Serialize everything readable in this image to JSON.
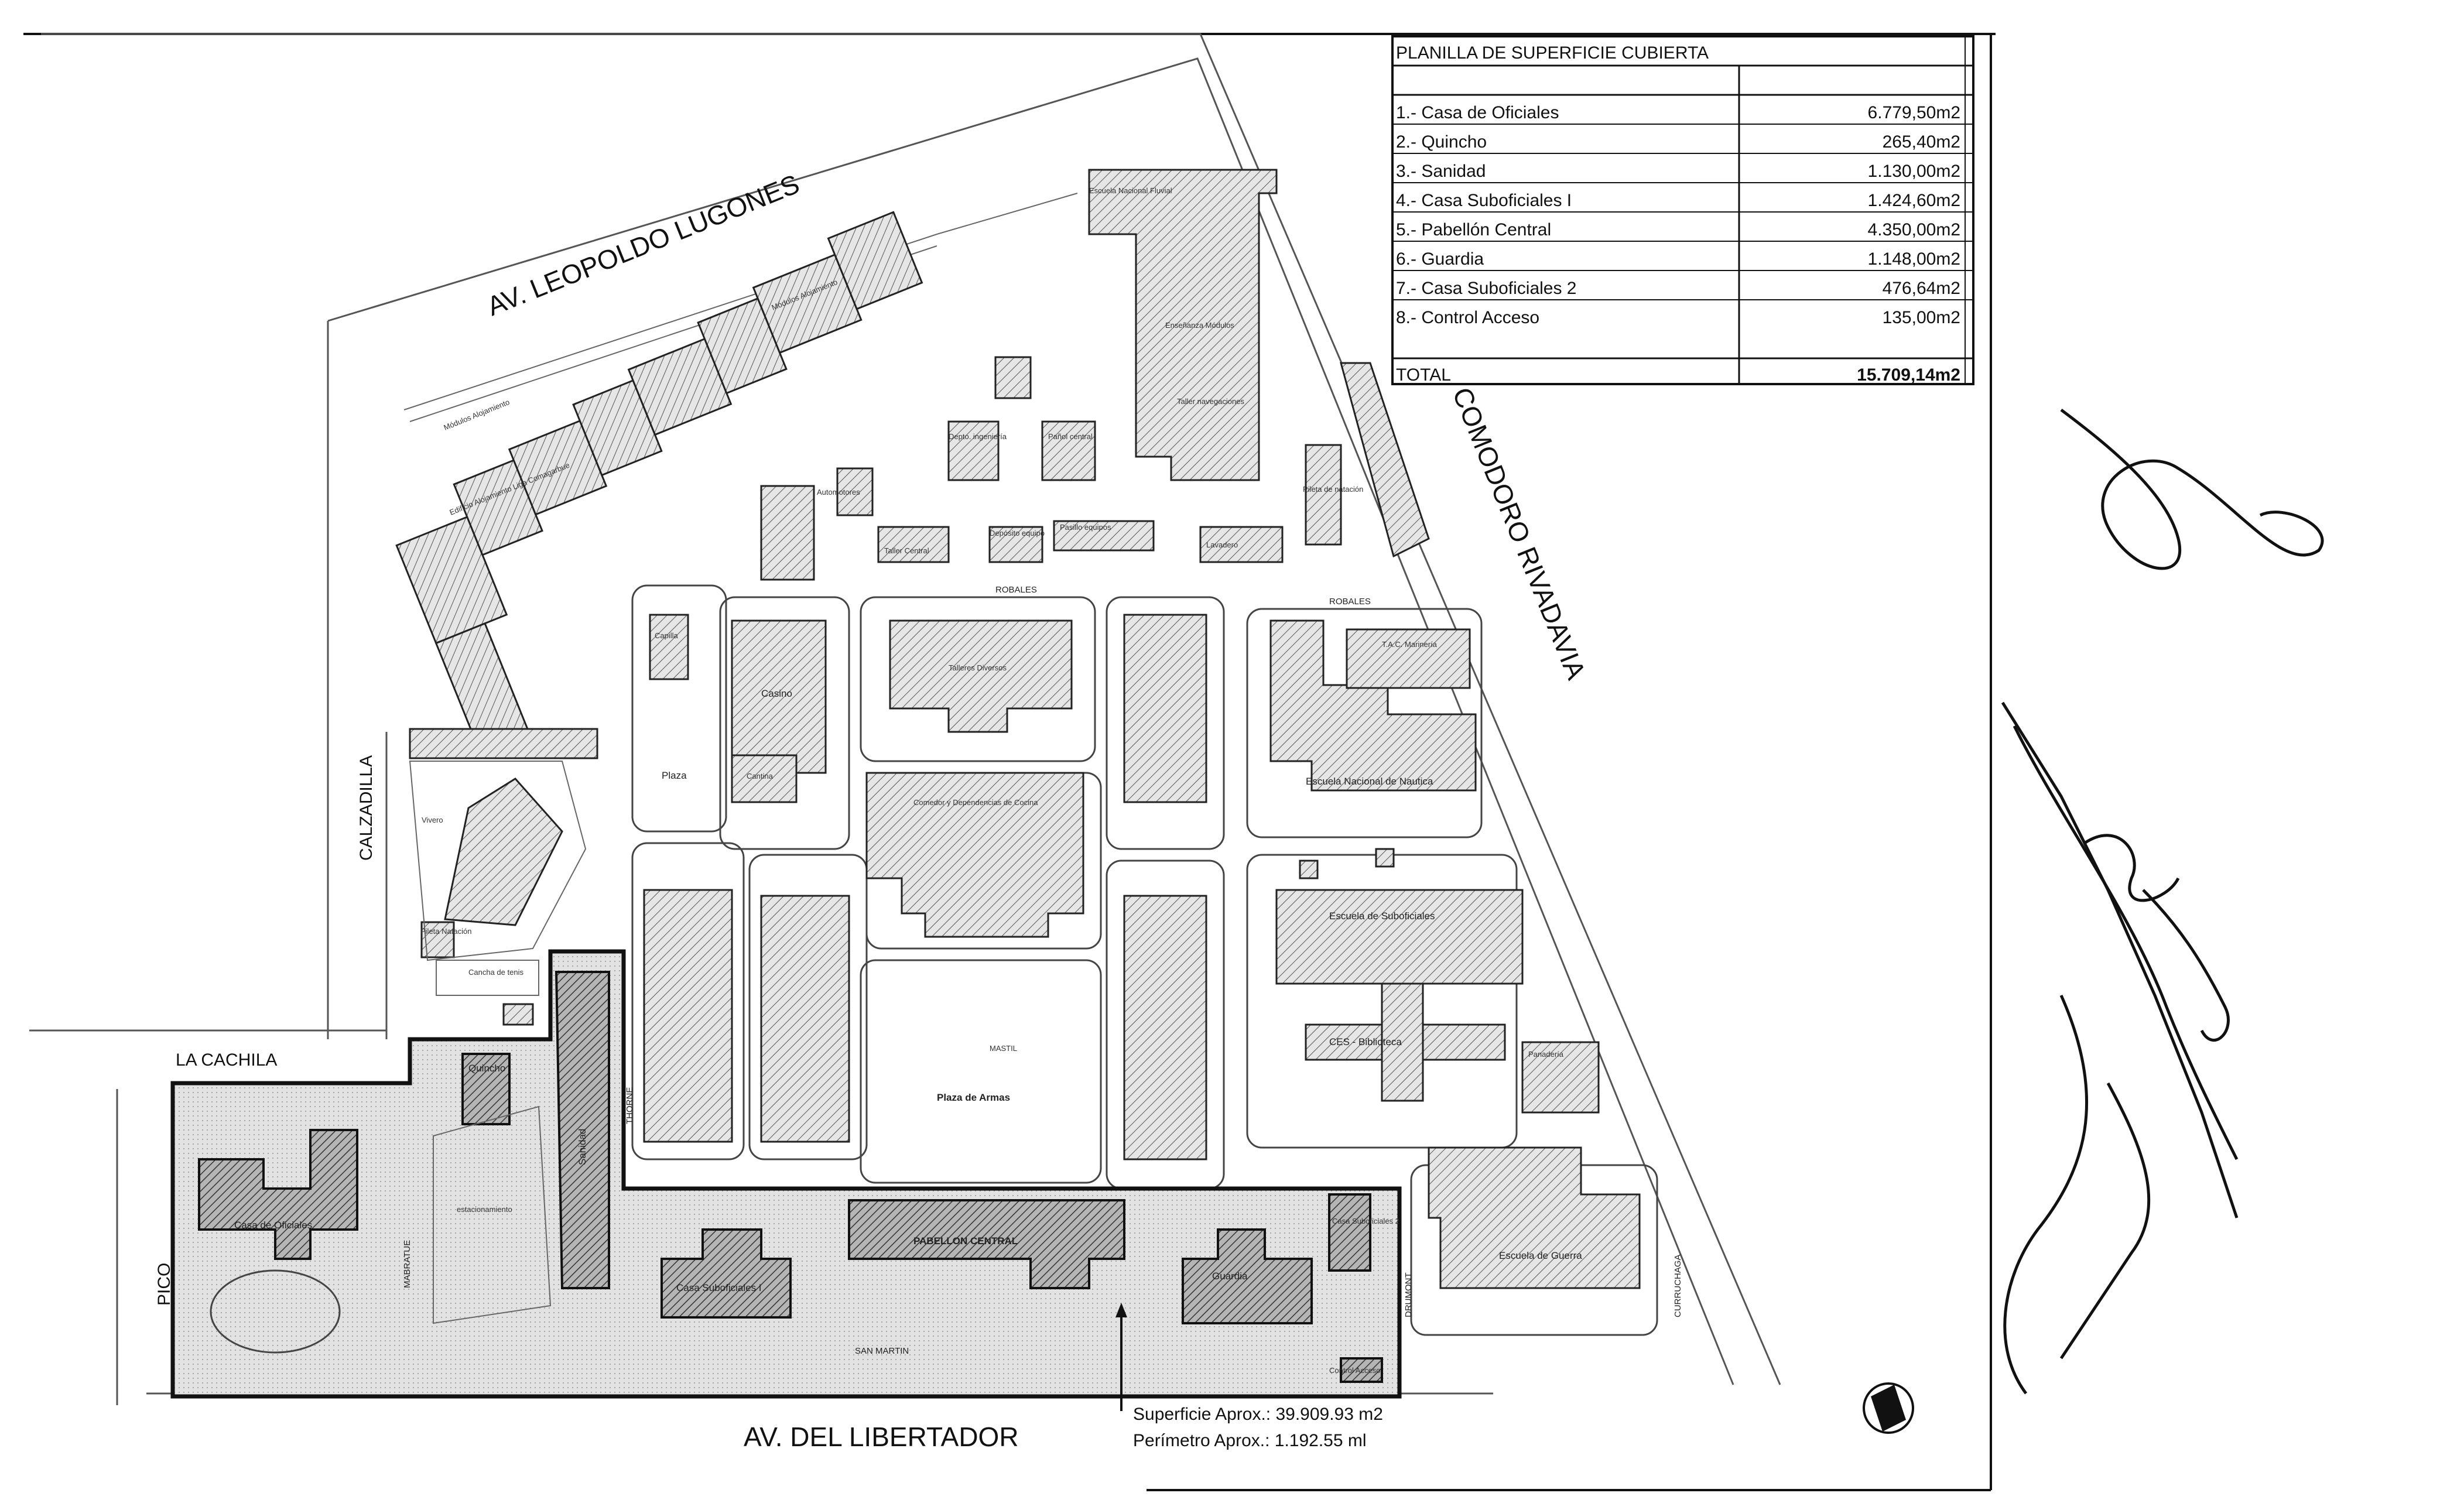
{
  "table": {
    "title": "PLANILLA DE SUPERFICIE CUBIERTA",
    "rows": [
      {
        "label": "1.- Casa de Oficiales",
        "value": "6.779,50m2"
      },
      {
        "label": "2.- Quincho",
        "value": "265,40m2"
      },
      {
        "label": "3.- Sanidad",
        "value": "1.130,00m2"
      },
      {
        "label": "4.- Casa Suboficiales I",
        "value": "1.424,60m2"
      },
      {
        "label": "5.- Pabellón Central",
        "value": "4.350,00m2"
      },
      {
        "label": "6.- Guardia",
        "value": "1.148,00m2"
      },
      {
        "label": "7.- Casa Suboficiales 2",
        "value": "476,64m2"
      },
      {
        "label": "8.- Control Acceso",
        "value": "135,00m2"
      }
    ],
    "total_label": "TOTAL",
    "total_value": "15.709,14m2"
  },
  "streets": {
    "lugones": "AV. LEOPOLDO LUGONES",
    "rivadavia": "COMODORO RIVADAVIA",
    "libertador": "AV. DEL LIBERTADOR",
    "calzadilla": "CALZADILLA",
    "cachila": "LA CACHILA",
    "pico": "PICO",
    "robales1": "ROBALES",
    "robales2": "ROBALES",
    "san_martin": "SAN MARTIN",
    "thorne": "THORNE",
    "mabiatue": "MABRATUE",
    "drumont": "DRUMONT",
    "curruchaga": "CURRUCHAGA"
  },
  "buildings": {
    "casa_oficiales": "Casa de Oficiales",
    "quincho": "Quincho",
    "sanidad": "Sanidad",
    "casa_subof1": "Casa Suboficiales I",
    "pabellon": "PABELLON CENTRAL",
    "guardia": "Guardia",
    "casa_subof2": "Casa Suboficiales 2",
    "control": "Control Acceso",
    "plaza_armas": "Plaza de Armas",
    "mastil": "MASTIL",
    "plaza": "Plaza",
    "capilla": "Capilla",
    "casino": "Casino",
    "cantina": "Cantina",
    "comedor": "Comedor y Dependencias de Cocina",
    "talleres": "Talleres Diversos",
    "escuela_nautica": "Escuela Nacional de Nautica",
    "escuela_subof": "Escuela de Suboficiales",
    "ces": "CES - Biblioteca",
    "panaderia": "Panadería",
    "escuela_guerra": "Escuela de Guerra",
    "tac": "T.A.C. Marinería",
    "lavadero": "Lavadero",
    "pileta": "Pileta de natación",
    "vivero": "Vivero",
    "cancha": "Cancha de tenis",
    "pileta_nat": "Pileta Natación",
    "estacionamiento": "estacionamiento",
    "modulos1": "Módulos Alojamiento",
    "modulos2": "Módulos Alojamiento",
    "edificio_aloj": "Edificio Alojamiento Liga Comagarbue",
    "enseñanza": "Enseñanza Módulos",
    "taller_nav": "Taller navegaciones",
    "escuela_nac": "Escuela Nacional Fluvial",
    "automotores": "Automotores",
    "deposito": "Depósito equipo",
    "pasillo": "Pasillo equipos",
    "depto_ing": "Depto. ingeniería",
    "pana_central": "Pañol central",
    "taller_central": "Taller Central"
  },
  "annotation": {
    "superficie": "Superficie Aprox.: 39.909.93 m2",
    "perimetro": "Perímetro Aprox.: 1.192.55 ml"
  }
}
